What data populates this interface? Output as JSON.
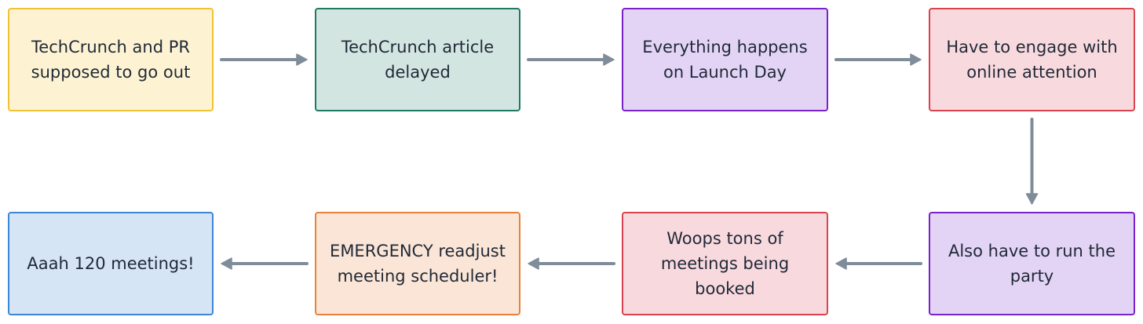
{
  "nodes": [
    {
      "id": "n1",
      "label": "TechCrunch and PR\nsupposed to go out",
      "fill": "#fdf3d3",
      "stroke": "#f1c232"
    },
    {
      "id": "n2",
      "label": "TechCrunch article\ndelayed",
      "fill": "#d3e5e1",
      "stroke": "#1f7a63"
    },
    {
      "id": "n3",
      "label": "Everything happens\non Launch Day",
      "fill": "#e3d3f5",
      "stroke": "#7a22c9"
    },
    {
      "id": "n4",
      "label": "Have to engage with\nonline attention",
      "fill": "#f8d9de",
      "stroke": "#d9434f"
    },
    {
      "id": "n5",
      "label": "Also have to run the\nparty",
      "fill": "#e3d3f5",
      "stroke": "#7a22c9"
    },
    {
      "id": "n6",
      "label": "Woops tons of\nmeetings being\nbooked",
      "fill": "#f8d9de",
      "stroke": "#d9434f"
    },
    {
      "id": "n7",
      "label": "EMERGENCY readjust\nmeeting scheduler!",
      "fill": "#fbe5d6",
      "stroke": "#e8823a"
    },
    {
      "id": "n8",
      "label": "Aaah 120 meetings!",
      "fill": "#d5e5f6",
      "stroke": "#3d85d6"
    }
  ],
  "edges": [
    {
      "from": "n1",
      "to": "n2"
    },
    {
      "from": "n2",
      "to": "n3"
    },
    {
      "from": "n3",
      "to": "n4"
    },
    {
      "from": "n4",
      "to": "n5"
    },
    {
      "from": "n5",
      "to": "n6"
    },
    {
      "from": "n6",
      "to": "n7"
    },
    {
      "from": "n7",
      "to": "n8"
    }
  ],
  "arrow_color": "#7f8c99"
}
